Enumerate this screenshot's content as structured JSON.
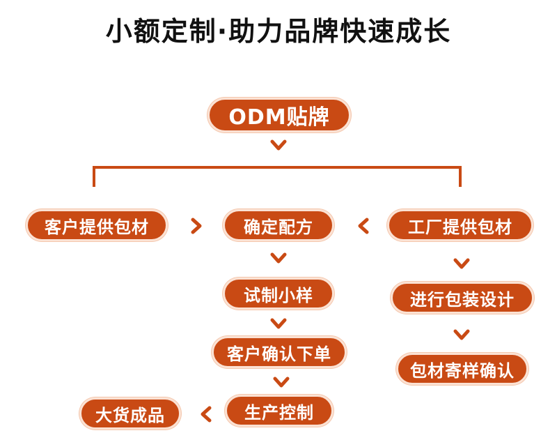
{
  "title": "小额定制·助力品牌快速成长",
  "accent_color": "#c94a14",
  "nodes": {
    "odm": "ODM贴牌",
    "client_material": "客户提供包材",
    "confirm_formula": "确定配方",
    "factory_material": "工厂提供包材",
    "trial_sample": "试制小样",
    "package_design": "进行包装设计",
    "client_order": "客户确认下单",
    "material_sample_confirm": "包材寄样确认",
    "production_control": "生产控制",
    "bulk_product": "大货成品"
  }
}
